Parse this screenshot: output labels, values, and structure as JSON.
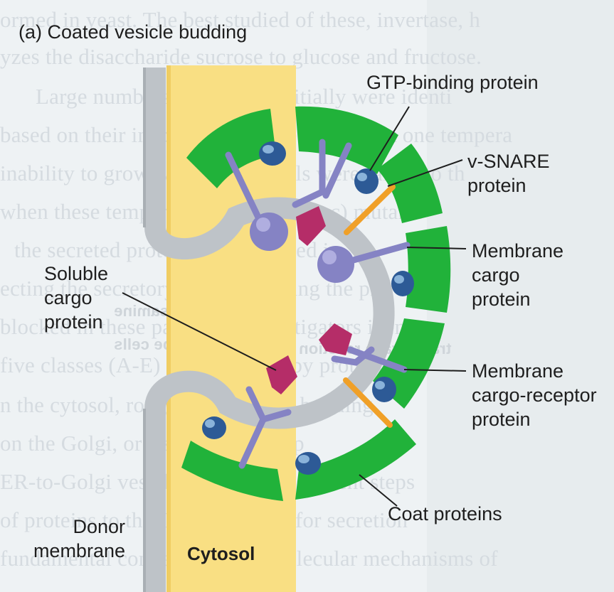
{
  "title": "(a) Coated vesicle budding",
  "labels": {
    "gtp": "GTP-binding protein",
    "vsnare": [
      "v-SNARE",
      "protein"
    ],
    "membrane_cargo": [
      "Membrane",
      "cargo",
      "protein"
    ],
    "soluble_cargo": [
      "Soluble",
      "cargo",
      "protein"
    ],
    "cargo_receptor": [
      "Membrane",
      "cargo-receptor",
      "protein"
    ],
    "coat": "Coat proteins",
    "donor": [
      "Donor",
      "membrane"
    ],
    "cytosol": "Cytosol"
  },
  "background_text": [
    "ormed in yeast. The best studied of these, invertase, h",
    "yzes the disaccharide sucrose to glucose and fructose.",
    "Large numbers of mutants initially were identi",
    "based on their inability to secrete proteins at one tempera",
    "inability to grow. When these cells were raised to th",
    "when these temperature-sensitive (sec) mutants",
    "the secreted proteins accumulated in",
    "ecting the secretory pathway. Using the pr",
    "blocked in these pathways, investigators identi",
    "five classes (A-E) characterized by protein",
    "n the cytosol, rough ER, vesicles budding",
    "on the Golgi, or a subsequent step",
    "ER-to-Golgi vesicles and the subsequent steps",
    "of proteins to the Golgi required for secretion",
    "fundamental connections and molecular mechanisms of"
  ],
  "mirror_text": [
    "N-Acetylglucosamine",
    "Infected wild-type cells",
    "transferase reaction"
  ],
  "colors": {
    "membrane": "#bec3c8",
    "coat": "#21b23a",
    "cytosol": "#f9df83",
    "receptor": "#8583c4",
    "gtp_protein": "#2d5a96",
    "soluble_cargo": "#b52d68",
    "vsnare": "#f0a028"
  }
}
